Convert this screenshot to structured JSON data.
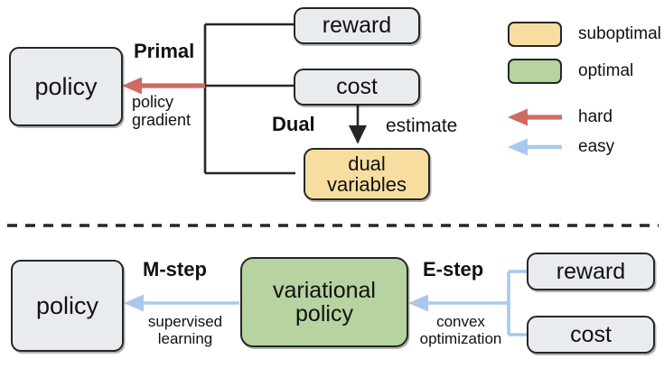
{
  "figure": {
    "title": "Primal-Dual vs EM variational policy optimization diagram",
    "colors": {
      "grey_box": "#e9ecef",
      "yellow_box": "#f7dea0",
      "green_box": "#b6d3a0",
      "hard_arrow": "#cf6b63",
      "easy_arrow": "#a8c8ee",
      "black_line": "#262626",
      "text": "#111111"
    }
  },
  "top_section": {
    "nodes": {
      "policy": "policy",
      "reward": "reward",
      "cost": "cost",
      "dual_variables": "dual\nvariables",
      "dual_variables_line1": "dual",
      "dual_variables_line2": "variables"
    },
    "labels": {
      "primal": "Primal",
      "policy_gradient_line1": "policy",
      "policy_gradient_line2": "gradient",
      "dual": "Dual",
      "estimate": "estimate"
    }
  },
  "bottom_section": {
    "nodes": {
      "policy": "policy",
      "variational_policy_line1": "variational",
      "variational_policy_line2": "policy",
      "reward": "reward",
      "cost": "cost"
    },
    "labels": {
      "m_step": "M-step",
      "supervised_line1": "supervised",
      "supervised_line2": "learning",
      "e_step": "E-step",
      "convex_line1": "convex",
      "convex_line2": "optimization"
    }
  },
  "legend": {
    "items": [
      {
        "label": "suboptimal",
        "kind": "swatch",
        "color": "#f7dea0"
      },
      {
        "label": "optimal",
        "kind": "swatch",
        "color": "#b6d3a0"
      },
      {
        "label": "hard",
        "kind": "arrow",
        "color": "#cf6b63"
      },
      {
        "label": "easy",
        "kind": "arrow",
        "color": "#a8c8ee"
      }
    ]
  }
}
